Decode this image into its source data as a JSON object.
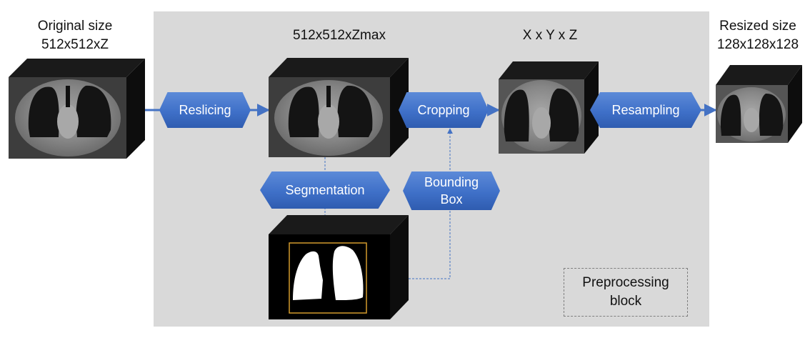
{
  "labels": {
    "original_line1": "Original size",
    "original_line2": "512x512xZ",
    "resliced": "512x512xZmax",
    "cropped": "X x Y x Z",
    "resized_line1": "Resized size",
    "resized_line2": "128x128x128"
  },
  "steps": {
    "reslicing": "Reslicing",
    "cropping": "Cropping",
    "resampling": "Resampling",
    "segmentation": "Segmentation",
    "bounding_line1": "Bounding",
    "bounding_line2": "Box"
  },
  "preprocessing": {
    "line1": "Preprocessing",
    "line2": "block"
  },
  "colors": {
    "accent_blue": "#4472c4",
    "block_gray": "#d9d9d9",
    "mask_border": "#d39a2c"
  }
}
